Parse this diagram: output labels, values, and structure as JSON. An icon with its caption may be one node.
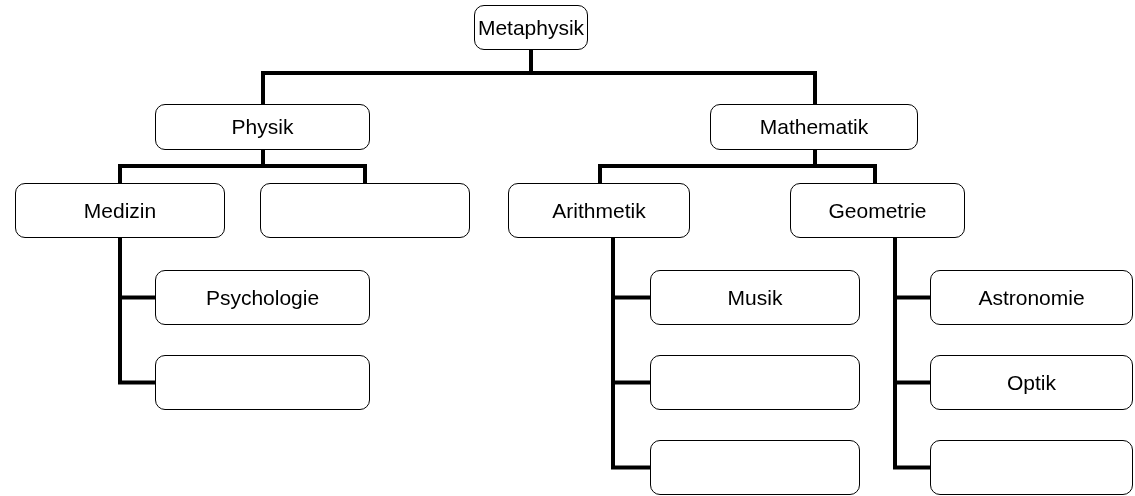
{
  "diagram": {
    "nodes": [
      {
        "text": [
          "Metaphysik"
        ]
      },
      {
        "text": [
          "Physik"
        ]
      },
      {
        "text": [
          "Mathematik"
        ]
      },
      {
        "text": [
          "Medizin"
        ]
      },
      {
        "text": [],
        "shape": "box"
      },
      {
        "text": [
          "Arithmetik"
        ]
      },
      {
        "text": [
          "Geometrie"
        ]
      },
      {
        "text": [
          "Psychologie"
        ]
      },
      {
        "text": [
          "Musik"
        ]
      },
      {
        "text": [
          "Astronomie"
        ]
      },
      {
        "text": [],
        "shape": "box"
      },
      {
        "text": [],
        "shape": "box"
      },
      {
        "text": [
          "Optik"
        ]
      },
      {
        "text": [],
        "shape": "box"
      },
      {
        "text": [],
        "shape": "box"
      }
    ],
    "edges": [
      {
        "from": 0,
        "to": 1,
        "arrow": "none"
      },
      {
        "from": 0,
        "to": 2,
        "arrow": "none"
      },
      {
        "from": 1,
        "to": 3,
        "arrow": "none"
      },
      {
        "from": 1,
        "to": 4,
        "arrow": "none"
      },
      {
        "from": 2,
        "to": 5,
        "arrow": "none"
      },
      {
        "from": 2,
        "to": 6,
        "arrow": "none"
      },
      {
        "from": 3,
        "to": 7,
        "arrow": "none"
      },
      {
        "from": 3,
        "to": 10,
        "arrow": "none"
      },
      {
        "from": 5,
        "to": 8,
        "arrow": "none"
      },
      {
        "from": 5,
        "to": 11,
        "arrow": "none"
      },
      {
        "from": 5,
        "to": 13,
        "arrow": "none"
      },
      {
        "from": 6,
        "to": 9,
        "arrow": "none"
      },
      {
        "from": 6,
        "to": 12,
        "arrow": "none"
      },
      {
        "from": 6,
        "to": 14,
        "arrow": "none"
      }
    ]
  }
}
